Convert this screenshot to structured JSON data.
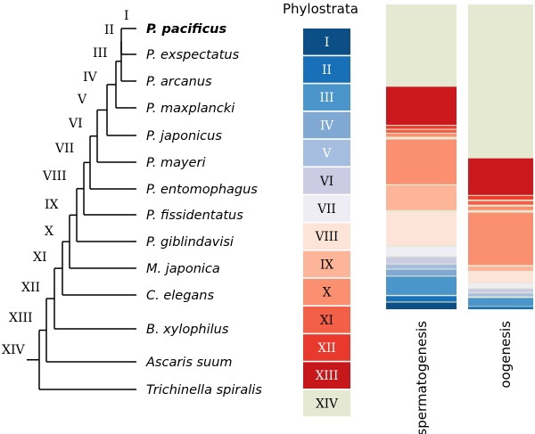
{
  "title": "Phylostrata",
  "tree": {
    "species": [
      {
        "name": "P. pacificus",
        "bold": true
      },
      {
        "name": "P. exspectatus",
        "bold": false
      },
      {
        "name": "P. arcanus",
        "bold": false
      },
      {
        "name": "P. maxplancki",
        "bold": false
      },
      {
        "name": "P. japonicus",
        "bold": false
      },
      {
        "name": "P. mayeri",
        "bold": false
      },
      {
        "name": "P. entomophagus",
        "bold": false
      },
      {
        "name": "P. fissidentatus",
        "bold": false
      },
      {
        "name": "P. giblindavisi",
        "bold": false
      },
      {
        "name": "M. japonica",
        "bold": false
      },
      {
        "name": "C. elegans",
        "bold": false
      },
      {
        "name": "B. xylophilus",
        "bold": false
      },
      {
        "name": "Ascaris suum",
        "bold": false
      },
      {
        "name": "Trichinella spiralis",
        "bold": false
      }
    ],
    "node_labels": [
      "I",
      "II",
      "III",
      "IV",
      "V",
      "VI",
      "VII",
      "VIII",
      "IX",
      "X",
      "XI",
      "XII",
      "XIII",
      "XIV"
    ]
  },
  "phylostrata": [
    {
      "label": "I",
      "color": "#0b4f86",
      "text_color": "#ffffff"
    },
    {
      "label": "II",
      "color": "#1770b8",
      "text_color": "#ffffff"
    },
    {
      "label": "III",
      "color": "#4a95c9",
      "text_color": "#ffffff"
    },
    {
      "label": "IV",
      "color": "#7fa9d3",
      "text_color": "#ffffff"
    },
    {
      "label": "V",
      "color": "#a5bedf",
      "text_color": "#ffffff"
    },
    {
      "label": "VI",
      "color": "#cbcce3",
      "text_color": "#000000"
    },
    {
      "label": "VII",
      "color": "#eeedf4",
      "text_color": "#000000"
    },
    {
      "label": "VIII",
      "color": "#fde4d8",
      "text_color": "#000000"
    },
    {
      "label": "IX",
      "color": "#fcb598",
      "text_color": "#000000"
    },
    {
      "label": "X",
      "color": "#fb9070",
      "text_color": "#000000"
    },
    {
      "label": "XI",
      "color": "#f26048",
      "text_color": "#000000"
    },
    {
      "label": "XII",
      "color": "#e9392c",
      "text_color": "#ffffff"
    },
    {
      "label": "XIII",
      "color": "#c6171b",
      "text_color": "#ffffff"
    },
    {
      "label": "XIV",
      "color": "#e6e9d2",
      "text_color": "#000000"
    }
  ],
  "columns": [
    {
      "label": "spermatogenesis",
      "background": "#e6e9d2",
      "bands": [
        {
          "color": "#cb181d",
          "from": 0.27,
          "to": 0.395
        },
        {
          "color": "#ef3b2c",
          "from": 0.398,
          "to": 0.408
        },
        {
          "color": "#f26048",
          "from": 0.411,
          "to": 0.421
        },
        {
          "color": "#fb9070",
          "from": 0.424,
          "to": 0.434
        },
        {
          "color": "#fb9070",
          "from": 0.443,
          "to": 0.59
        },
        {
          "color": "#fcb598",
          "from": 0.594,
          "to": 0.675
        },
        {
          "color": "#fde4d8",
          "from": 0.682,
          "to": 0.79
        },
        {
          "color": "#eeedf4",
          "from": 0.795,
          "to": 0.825
        },
        {
          "color": "#cbcce3",
          "from": 0.829,
          "to": 0.85
        },
        {
          "color": "#a5bedf",
          "from": 0.853,
          "to": 0.867
        },
        {
          "color": "#7fa9d3",
          "from": 0.87,
          "to": 0.89
        },
        {
          "color": "#4a95c9",
          "from": 0.893,
          "to": 0.953
        },
        {
          "color": "#1770b8",
          "from": 0.957,
          "to": 0.975
        },
        {
          "color": "#0b4f86",
          "from": 0.978,
          "to": 1.0
        }
      ]
    },
    {
      "label": "oogenesis",
      "background": "#e6e9d2",
      "bands": [
        {
          "color": "#cb181d",
          "from": 0.505,
          "to": 0.625
        },
        {
          "color": "#ef3b2c",
          "from": 0.628,
          "to": 0.64
        },
        {
          "color": "#f26048",
          "from": 0.645,
          "to": 0.657
        },
        {
          "color": "#fb9070",
          "from": 0.663,
          "to": 0.675
        },
        {
          "color": "#fb9070",
          "from": 0.683,
          "to": 0.855
        },
        {
          "color": "#fcb598",
          "from": 0.86,
          "to": 0.874
        },
        {
          "color": "#fde4d8",
          "from": 0.877,
          "to": 0.912
        },
        {
          "color": "#eeedf4",
          "from": 0.915,
          "to": 0.93
        },
        {
          "color": "#cbcce3",
          "from": 0.933,
          "to": 0.945
        },
        {
          "color": "#a5bedf",
          "from": 0.948,
          "to": 0.958
        },
        {
          "color": "#4a95c9",
          "from": 0.963,
          "to": 0.99
        },
        {
          "color": "#1770b8",
          "from": 0.992,
          "to": 1.0
        }
      ]
    }
  ]
}
